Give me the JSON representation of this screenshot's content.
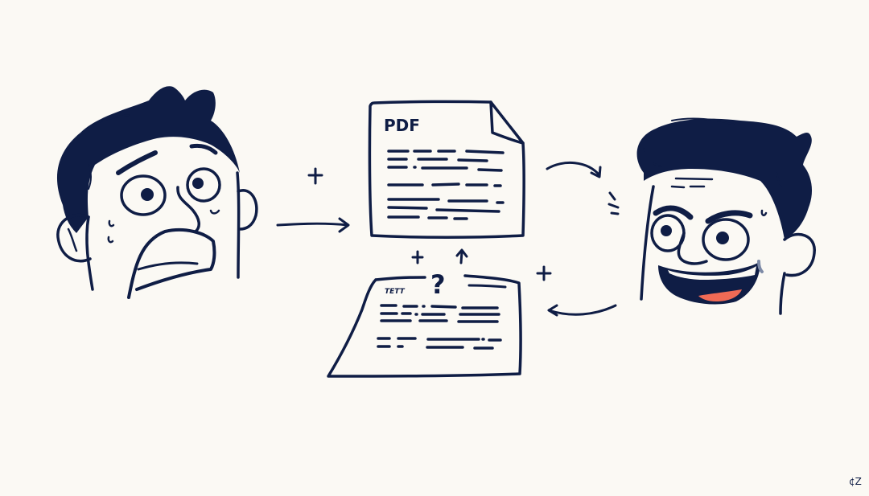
{
  "illustration": {
    "description": "Hand-drawn doodle: a frightened man, an arrow to a PDF document, a distorted text document with a question mark, and a grinning stressed man",
    "colors": {
      "background": "#fbf9f4",
      "ink": "#0f1d45",
      "tongue": "#f06a55",
      "sweat": "#7d8aa6"
    },
    "pdf_document": {
      "label": "PDF"
    },
    "text_document": {
      "label": "TETT",
      "symbol": "?"
    },
    "plus_signs": [
      "+",
      "+",
      "+"
    ],
    "signature": "¢Z"
  }
}
